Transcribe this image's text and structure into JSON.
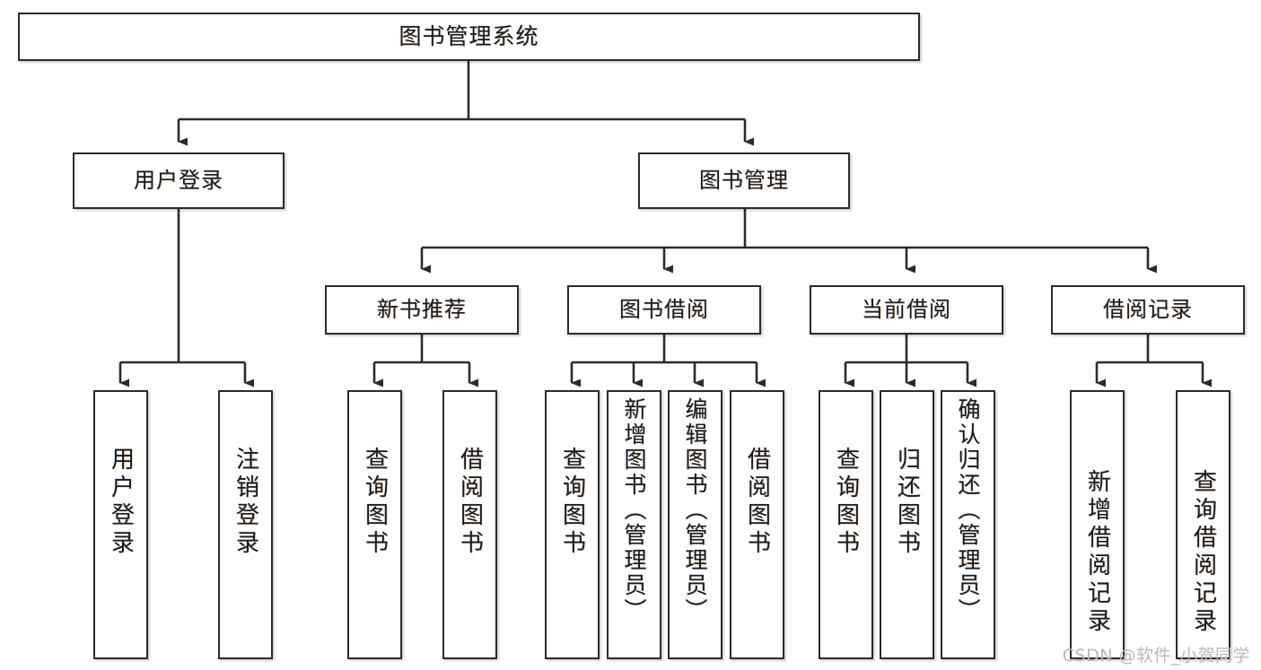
{
  "diagram": {
    "title": "图书管理系统",
    "type": "tree-hierarchy-chart",
    "root": {
      "label": "图书管理系统"
    },
    "level2": [
      {
        "label": "用户登录"
      },
      {
        "label": "图书管理"
      }
    ],
    "level3": [
      {
        "label": "新书推荐"
      },
      {
        "label": "图书借阅"
      },
      {
        "label": "当前借阅"
      },
      {
        "label": "借阅记录"
      }
    ],
    "leaves": {
      "user_login": [
        {
          "label": "用户登录"
        },
        {
          "label": "注销登录"
        }
      ],
      "new_book_recommend": [
        {
          "label": "查询图书"
        },
        {
          "label": "借阅图书"
        }
      ],
      "book_borrow": [
        {
          "label": "查询图书"
        },
        {
          "label": "新增图书（管理员）"
        },
        {
          "label": "编辑图书（管理员）"
        },
        {
          "label": "借阅图书"
        }
      ],
      "current_borrow": [
        {
          "label": "查询图书"
        },
        {
          "label": "归还图书"
        },
        {
          "label": "确认归还（管理员）"
        }
      ],
      "borrow_record": [
        {
          "label": "新增借阅记录"
        },
        {
          "label": "查询借阅记录"
        }
      ]
    },
    "watermark": "CSDN @软件_小贺同学",
    "colors": {
      "border": "#2b2b2b",
      "fill": "#ffffff",
      "text": "#1b1b1b",
      "watermark": "#b9b9b9"
    }
  }
}
